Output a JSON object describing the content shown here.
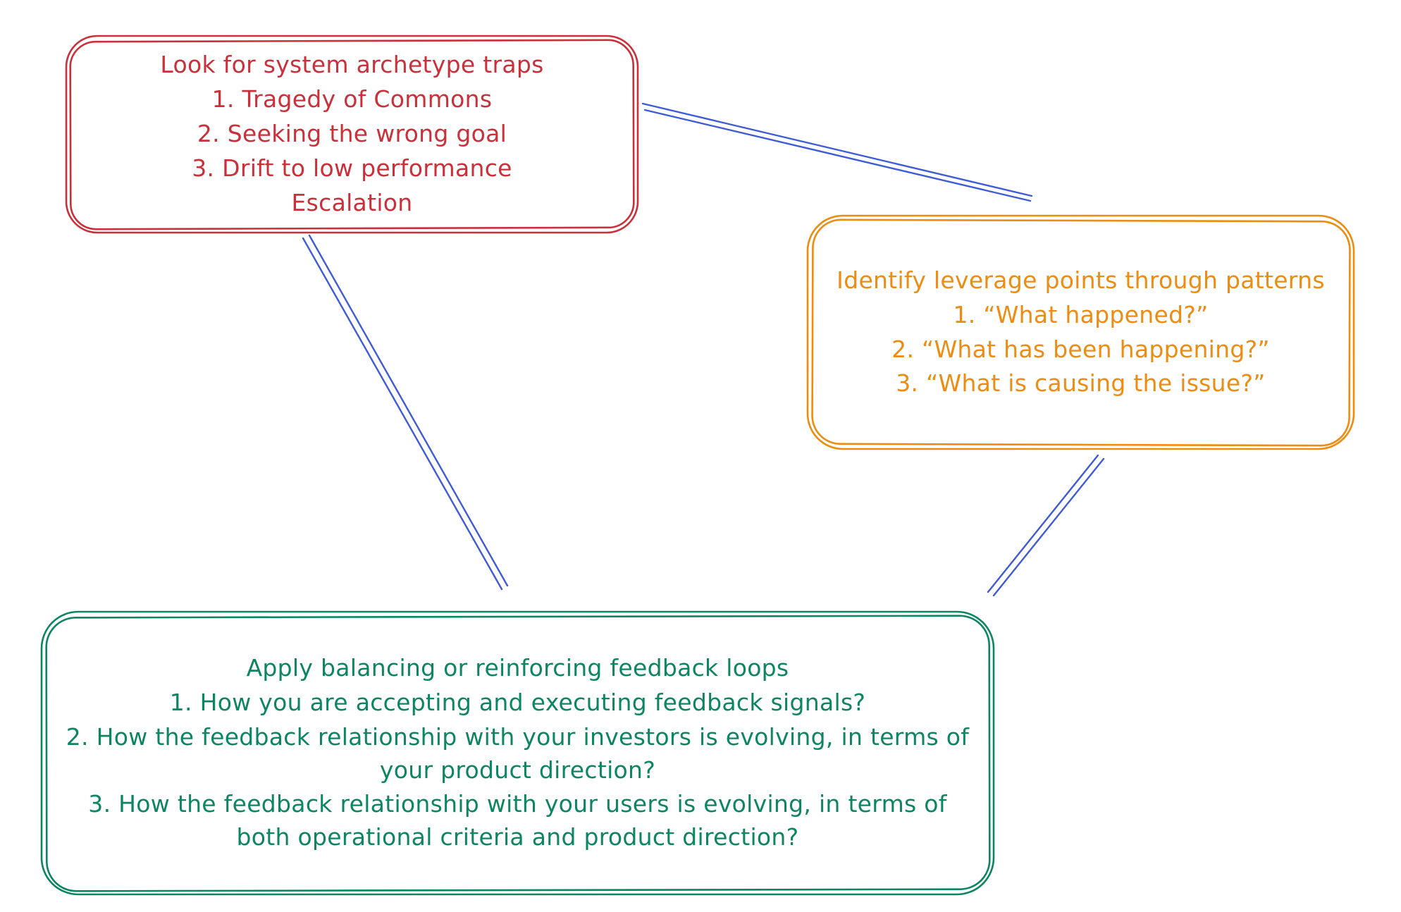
{
  "colors": {
    "red": "#c9303a",
    "orange": "#ec8c13",
    "green": "#0d8562",
    "blue": "#3f5bd5",
    "background": "#ffffff"
  },
  "nodes": {
    "archetype_traps": {
      "title": "Look for system archetype traps",
      "items": [
        "1. Tragedy of Commons",
        "2. Seeking the wrong goal",
        "3. Drift to low performance",
        "Escalation"
      ]
    },
    "leverage_points": {
      "title": "Identify leverage points through patterns",
      "items": [
        "1. “What happened?”",
        "2. “What has been happening?”",
        "3. “What is causing the issue?”"
      ]
    },
    "feedback_loops": {
      "title": "Apply balancing or reinforcing feedback loops",
      "items": [
        "1. How you are accepting and executing feedback signals?",
        "2. How the feedback relationship with your investors is evolving, in terms of your product direction?",
        "3. How the feedback relationship with your users is evolving, in terms of both operational criteria and product direction?"
      ]
    }
  }
}
